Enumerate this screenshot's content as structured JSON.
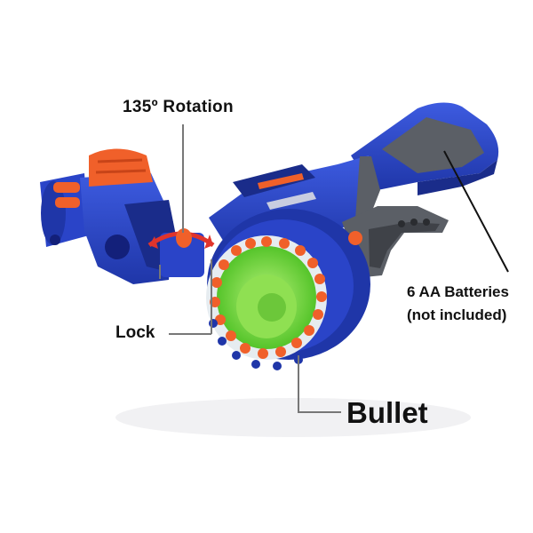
{
  "labels": {
    "rotation": "135º Rotation",
    "lock": "Lock",
    "batteries_line1": "6 AA Batteries",
    "batteries_line2": "(not included)",
    "bullet": "Bullet"
  },
  "colors": {
    "body_blue": "#2a44c8",
    "dark_blue": "#1a2c8a",
    "grey": "#5b5f66",
    "orange": "#f0602a",
    "green": "#7be040",
    "callout_red": "#e0342c"
  }
}
